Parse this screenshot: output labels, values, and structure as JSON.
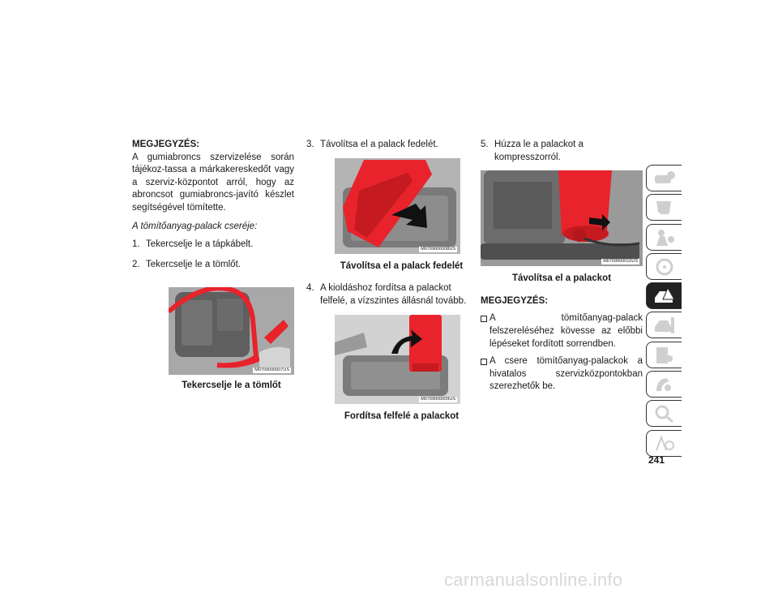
{
  "col1": {
    "note_heading": "MEGJEGYZÉS:",
    "note_text": "A gumiabroncs szervizelése során tájékoz-tassa a márkakereskedőt vagy a szerviz-központot arról, hogy az abroncsot gumiabroncs-javító készlet segítségével tömítette.",
    "subheading": "A tömítőanyag-palack cseréje:",
    "steps": [
      {
        "num": "1.",
        "text": "Tekercselje le a tápkábelt."
      },
      {
        "num": "2.",
        "text": "Tekercselje le a tömlőt."
      }
    ],
    "figure": {
      "code": "M0709000007US",
      "caption": "Tekercselje le a tömlőt"
    }
  },
  "col2": {
    "step3": {
      "num": "3.",
      "text": "Távolítsa el a palack fedelét."
    },
    "figure1": {
      "code": "M0709000008US",
      "caption": "Távolítsa el a palack fedelét"
    },
    "step4": {
      "num": "4.",
      "text": "A kioldáshoz fordítsa a palackot felfelé, a vízszintes állásnál tovább."
    },
    "figure2": {
      "code": "M0709000009US",
      "caption": "Fordítsa felfelé a palackot"
    }
  },
  "col3": {
    "step5": {
      "num": "5.",
      "text": "Húzza le a palackot a kompresszorról."
    },
    "figure": {
      "code": "M0709000010US",
      "caption": "Távolítsa el a palackot"
    },
    "note_heading": "MEGJEGYZÉS:",
    "bullets": [
      "A tömítőanyag-palack felszereléséhez kövesse az előbbi lépéseket fordított sorrendben.",
      "A csere tömítőanyag-palackok a hivatalos szervizközpontokban szerezhetők be."
    ]
  },
  "page_number": "241",
  "watermark": "carmanualsonline.info",
  "tabs": {
    "icons": [
      "car-info-icon",
      "dashboard-warning-icon",
      "safety-icon",
      "steering-wheel-icon",
      "emergency-icon",
      "service-car-icon",
      "specifications-icon",
      "multimedia-icon",
      "search-icon",
      "language-icon"
    ],
    "active_index": 4
  },
  "colors": {
    "accent_red": "#e8232b",
    "device_gray": "#8f8f8f"
  }
}
